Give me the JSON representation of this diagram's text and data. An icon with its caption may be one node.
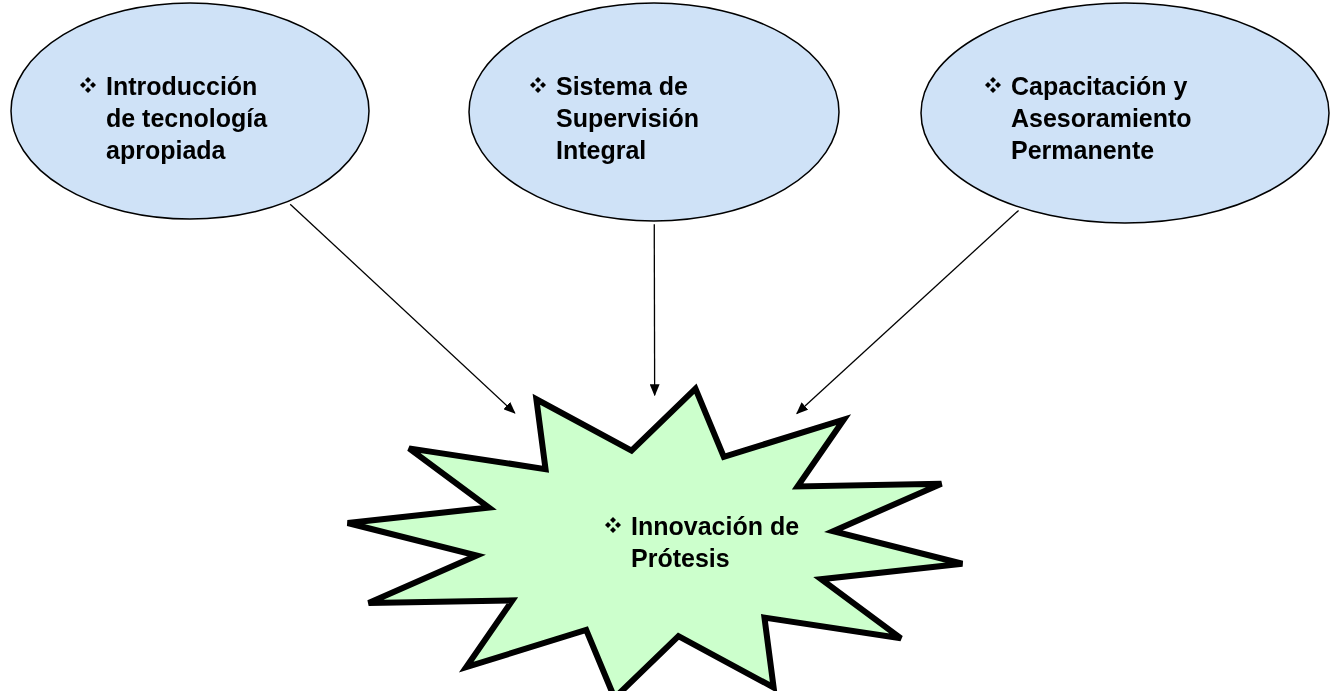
{
  "diagram": {
    "nodes": [
      {
        "text": [
          "Introducción de tecnología apropiada"
        ]
      },
      {
        "text": [
          "Sistema de Supervisión Integral"
        ]
      },
      {
        "text": [
          "Capacitación y Asesoramiento Permanente"
        ]
      },
      {
        "text": [
          "Innovación de Prótesis"
        ]
      }
    ],
    "edges": [
      {
        "from": 0,
        "to": 3,
        "arrow": "to"
      },
      {
        "from": 1,
        "to": 3,
        "arrow": "to"
      },
      {
        "from": 2,
        "to": 3,
        "arrow": "to"
      }
    ]
  }
}
